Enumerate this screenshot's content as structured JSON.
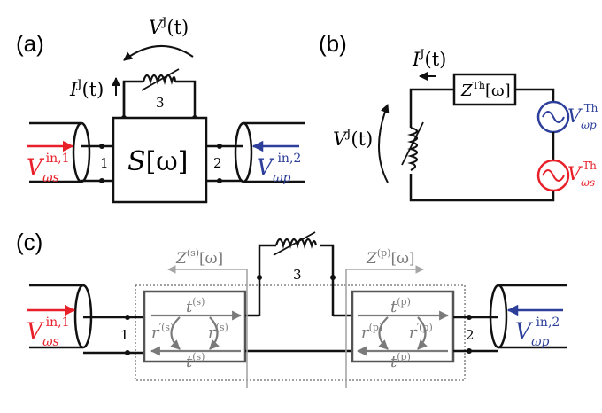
{
  "colors": {
    "ink": "#111111",
    "red": "#e8202a",
    "blue": "#2d3f9a",
    "gray": "#7a7a7a",
    "light_gray": "#a6a6a6"
  },
  "panel_a": {
    "panel_label": "(a)",
    "voltage_label_base": "V",
    "voltage_label_sup": "J",
    "voltage_label_arg": "(t)",
    "current_label_base": "I",
    "current_label_sup": "J",
    "current_label_arg": "(t)",
    "port3": "3",
    "port1": "1",
    "port2": "2",
    "smatrix_base": "S",
    "smatrix_arg": "[ω]",
    "input1_base": "V",
    "input1_sub": "ωs",
    "input1_sup": "in,1",
    "input2_base": "V",
    "input2_sub": "ωp",
    "input2_sup": "in,2"
  },
  "panel_b": {
    "panel_label": "(b)",
    "current_label_base": "I",
    "current_label_sup": "J",
    "current_label_arg": "(t)",
    "voltage_label_base": "V",
    "voltage_label_sup": "J",
    "voltage_label_arg": "(t)",
    "impedance_base": "Z",
    "impedance_sup": "Th",
    "impedance_arg": "[ω]",
    "source_p_base": "V",
    "source_p_sub": "ωp",
    "source_p_sup": "Th",
    "source_s_base": "V",
    "source_s_sub": "ωs",
    "source_s_sup": "Th"
  },
  "panel_c": {
    "panel_label": "(c)",
    "port3": "3",
    "port1": "1",
    "port2": "2",
    "z_s_base": "Z",
    "z_s_sup": "(s)",
    "z_s_arg": "[ω]",
    "z_p_base": "Z",
    "z_p_sup": "(p)",
    "z_p_arg": "[ω]",
    "t_s_base": "t",
    "t_s_sup": "(s)",
    "r_s_base": "r",
    "r_s_sup": "(s)",
    "rprime_s_base": "r",
    "rprime_s_sup": "′(s)",
    "t_p_base": "t",
    "t_p_sup": "(p)",
    "r_p_base": "r",
    "r_p_sup": "(p)",
    "rprime_p_base": "r",
    "rprime_p_sup": "′(p)",
    "input1_base": "V",
    "input1_sub": "ωs",
    "input1_sup": "in,1",
    "input2_base": "V",
    "input2_sub": "ωp",
    "input2_sup": "in,2"
  }
}
